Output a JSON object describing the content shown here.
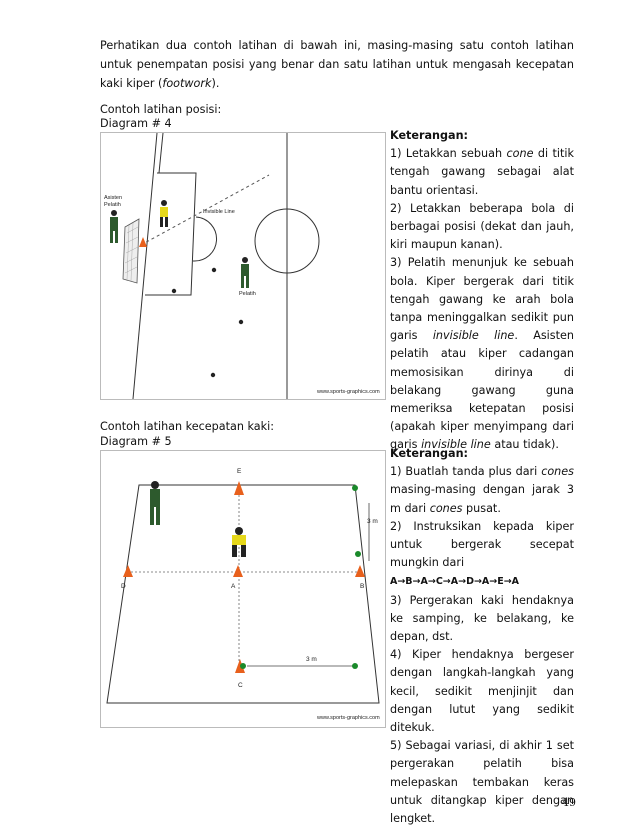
{
  "intro": {
    "text1": "Perhatikan dua contoh latihan di bawah ini, masing-masing satu contoh latihan untuk penempatan posisi yang benar dan satu latihan untuk mengasah kecepatan kaki kiper (",
    "footwork": "footwork",
    "text2": ")."
  },
  "section1": {
    "title": "Contoh latihan posisi:",
    "diagram_label": "Diagram # 4",
    "figure": {
      "asisten": "Asisten",
      "pelatih_left": "Pelatih",
      "invisible_line": "Invisible Line",
      "pelatih": "Pelatih",
      "credit": "www.sports-graphics.com"
    },
    "keterangan": {
      "heading": "Keterangan:",
      "p1_a": "1) Letakkan sebuah ",
      "p1_cone": "cone",
      "p1_b": " di titik tengah gawang sebagai alat bantu orientasi.",
      "p2": "2) Letakkan beberapa bola di berbagai posisi (dekat dan jauh, kiri maupun kanan).",
      "p3_a": "3) Pelatih menunjuk ke sebuah bola. Kiper bergerak dari titik tengah gawang ke arah bola tanpa meninggalkan sedikit pun garis ",
      "p3_inv": "invisible line",
      "p3_b": ". Asisten pelatih atau kiper cadangan memosisikan dirinya di belakang gawang guna memeriksa ketepatan posisi (apakah kiper menyimpang dari garis ",
      "p3_inv2": "invisible line",
      "p3_c": " atau tidak)."
    }
  },
  "section2": {
    "title": "Contoh latihan kecepatan kaki:",
    "diagram_label": "Diagram # 5",
    "figure": {
      "E": "E",
      "D": "D",
      "A": "A",
      "B": "B",
      "C": "C",
      "dist1": "3 m",
      "dist2": "3 m",
      "credit": "www.sports-graphics.com"
    },
    "keterangan": {
      "heading": "Keterangan:",
      "p1_a": "1) Buatlah tanda plus dari ",
      "p1_cones": "cones",
      "p1_b": " masing-masing dengan jarak 3 m dari ",
      "p1_cones2": "cones",
      "p1_c": " pusat.",
      "p2": "2) Instruksikan kepada kiper untuk bergerak secepat mungkin dari",
      "sequence": "A→B→A→C→A→D→A→E→A",
      "p3": "3) Pergerakan kaki hendaknya ke samping, ke belakang, ke depan, dst.",
      "p4": "4) Kiper hendaknya bergeser dengan langkah-langkah yang kecil, sedikit menjinjit dan dengan lutut yang sedikit ditekuk.",
      "p5": "5) Sebagai variasi, di akhir 1 set pergerakan pelatih bisa melepaskan tembakan keras untuk ditangkap kiper dengan lengket."
    }
  },
  "page_number": "49"
}
